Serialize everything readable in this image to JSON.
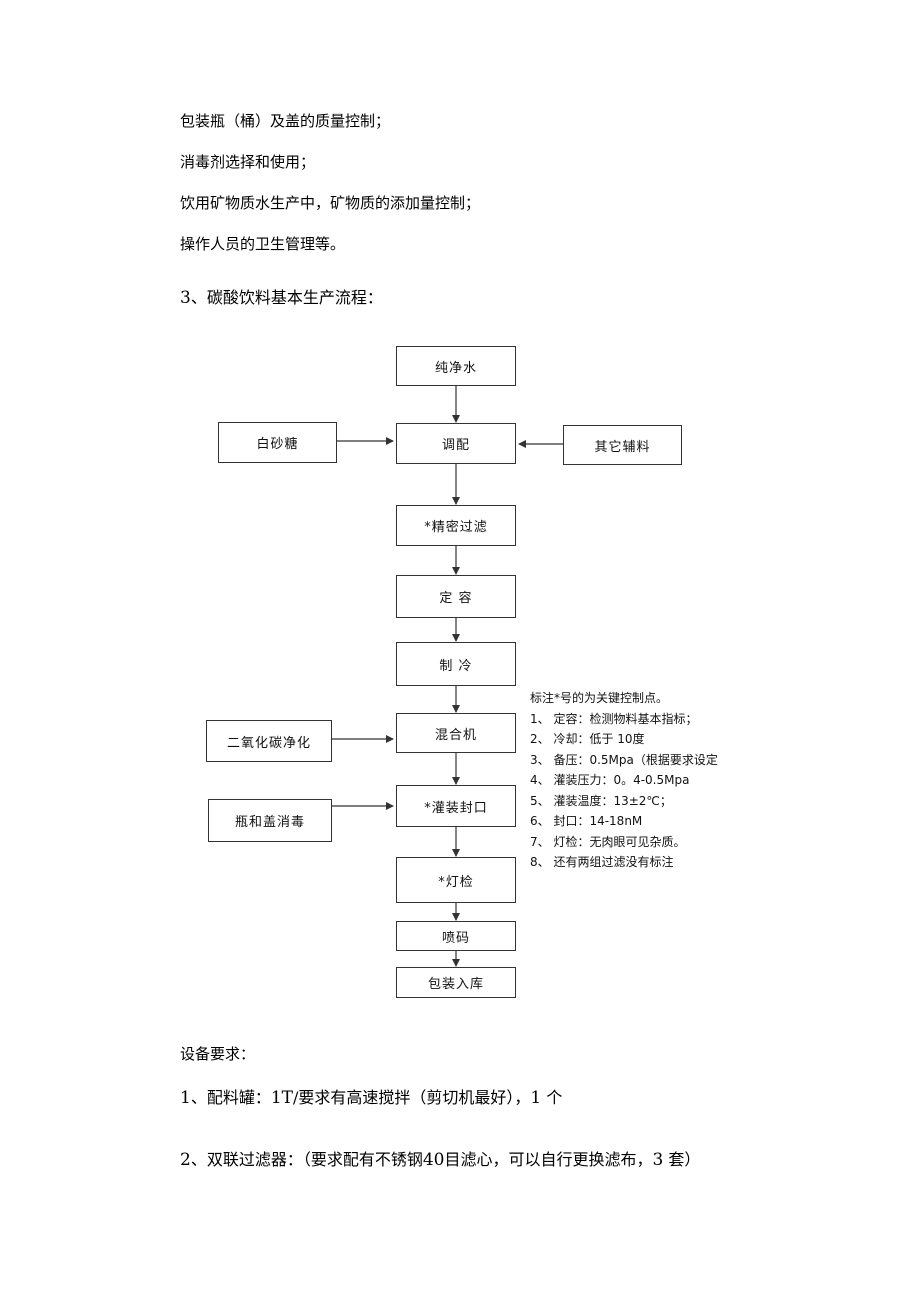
{
  "paragraphs": [
    "包装瓶（桶）及盖的质量控制；",
    "消毒剂选择和使用；",
    "饮用矿物质水生产中，矿物质的添加量控制；",
    "操作人员的卫生管理等。"
  ],
  "section_heading": {
    "num": "3",
    "text": "、碳酸饮料基本生产流程："
  },
  "flowchart": {
    "main_steps": [
      "纯净水",
      "调配",
      "*精密过滤",
      "定 容",
      "制 冷",
      "混合机",
      "*灌装封口",
      "*灯检",
      "喷码",
      "包装入库"
    ],
    "side_inputs": {
      "left_sugar": "白砂糖",
      "right_other": "其它辅料",
      "left_co2": "二氧化碳净化",
      "left_bottle": "瓶和盖消毒"
    },
    "notes": [
      "标注*号的为关键控制点。",
      "1、 定容：检测物料基本指标；",
      "2、 冷却：低于 10度",
      "3、 备压：0.5Mpa（根据要求设定",
      "4、 灌装压力：0。4-0.5Mpa",
      "5、 灌装温度：13±2℃；",
      "6、 封口：14-18nM",
      "7、 灯检：无肉眼可见杂质。",
      "8、 还有两组过滤没有标注"
    ]
  },
  "equipment": {
    "heading": "设备要求：",
    "items": [
      {
        "num": "1",
        "pre": "、配料罐：",
        "spec": "1T",
        "post": "/要求有高速搅拌（剪切机最好），",
        "count": "1",
        "tail": " 个"
      },
      {
        "num": "2",
        "pre": "、双联过滤器：（要求配有不锈钢",
        "spec": "40",
        "post": "目滤心，可以自行更换滤布，",
        "count": "3",
        "tail": " 套）"
      }
    ]
  }
}
